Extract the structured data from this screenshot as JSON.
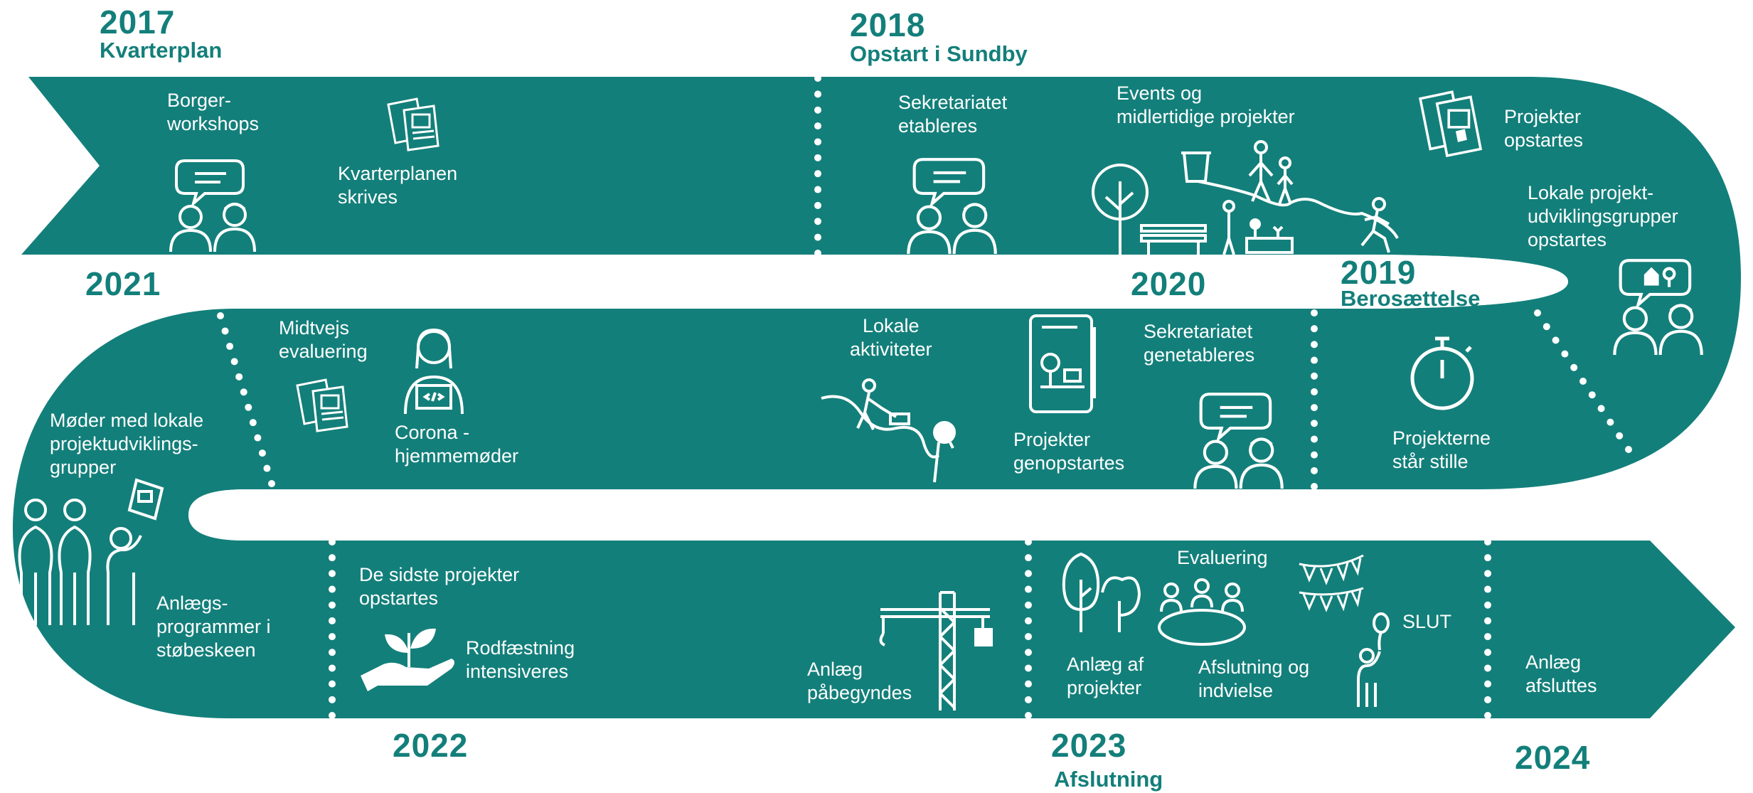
{
  "colors": {
    "band": "#137f7a",
    "ink": "#ffffff",
    "year": "#137f7a"
  },
  "years": {
    "y2017": {
      "year": "2017",
      "phase": "Kvarterplan"
    },
    "y2018": {
      "year": "2018",
      "phase": "Opstart i Sundby"
    },
    "y2019": {
      "year": "2019",
      "phase": "Berosættelse"
    },
    "y2020": {
      "year": "2020"
    },
    "y2021": {
      "year": "2021"
    },
    "y2022": {
      "year": "2022"
    },
    "y2023": {
      "year": "2023",
      "phase": "Afslutning"
    },
    "y2024": {
      "year": "2024"
    }
  },
  "events": {
    "borgerworkshops": "Borger-\nworkshops",
    "kvarterplanen": "Kvarterplanen\nskrives",
    "sekretariatet_etableres": "Sekretariatet\netableres",
    "events_midlertidige": "Events og\nmidlertidige projekter",
    "projekter_opstartes": "Projekter\nopstartes",
    "lokale_grupper": "Lokale projekt-\nudviklingsgrupper\nopstartes",
    "projekterne_star_stille": "Projekterne\nstår stille",
    "sekretariatet_genetableres": "Sekretariatet\ngenetableres",
    "projekter_genopstartes": "Projekter\ngenopstartes",
    "lokale_aktiviteter": "Lokale\naktiviteter",
    "midtvejs": "Midtvejs\nevaluering",
    "corona": "Corona -\nhjemmemøder",
    "moder_lokale": "Møder med lokale\nprojektudviklings-\ngrupper",
    "anlaegsprogrammer": "Anlægs-\nprogrammer i\nstøbeskeen",
    "sidste_projekter": "De sidste projekter\nopstartes",
    "rodfaestning": "Rodfæstning\nintensiveres",
    "anlaeg_pabegyndes": "Anlæg\npåbegyndes",
    "evaluering": "Evaluering",
    "anlaeg_projekter": "Anlæg af\nprojekter",
    "afslutning_indvielse": "Afslutning og\nindvielse",
    "slut": "SLUT",
    "anlaeg_afsluttes": "Anlæg\nafsluttes"
  },
  "icons": [
    "documents-icon",
    "speech-bubble-people-icon",
    "tree-icon",
    "coffee-cup-icon",
    "walking-family-icon",
    "bench-icon",
    "planter-icon",
    "runner-icon",
    "timer-icon",
    "poster-stand-icon",
    "laptop-person-icon",
    "dog-walker-icon",
    "crowd-holding-sign-icon",
    "plant-in-hand-icon",
    "construction-crane-icon",
    "trees-icon",
    "meeting-table-icon",
    "bunting-icon",
    "balloon-person-icon"
  ]
}
